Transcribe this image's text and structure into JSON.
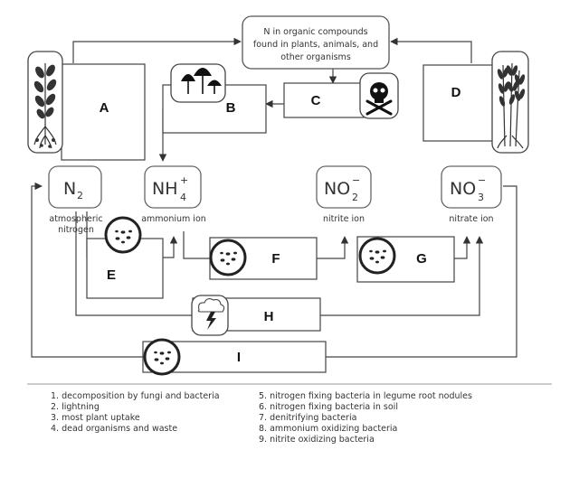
{
  "top_box": {
    "line1": "N in organic compounds",
    "line2": "found in plants, animals, and",
    "line3": "other organisms"
  },
  "compounds": {
    "n2": {
      "formula": "N",
      "sub": "2",
      "label1": "atmospheric",
      "label2": "nitrogen"
    },
    "nh4": {
      "formula": "NH",
      "sup": "+",
      "sub": "4",
      "label1": "ammonium ion"
    },
    "no2": {
      "formula": "NO",
      "sup": "−",
      "sub": "2",
      "label1": "nitrite ion"
    },
    "no3": {
      "formula": "NO",
      "sup": "−",
      "sub": "3",
      "label1": "nitrate ion"
    }
  },
  "process_letters": {
    "A": "A",
    "B": "B",
    "C": "C",
    "D": "D",
    "E": "E",
    "F": "F",
    "G": "G",
    "H": "H",
    "I": "I"
  },
  "legend_left": [
    "1. decomposition by fungi and bacteria",
    "2. lightning",
    "3. most plant uptake",
    "4. dead organisms and waste"
  ],
  "legend_right": [
    "5. nitrogen fixing bacteria in legume root nodules",
    "6. nitrogen fixing bacteria in soil",
    "7. denitrifying bacteria",
    "8. ammonium oxidizing bacteria",
    "9. nitrite oxidizing bacteria"
  ]
}
